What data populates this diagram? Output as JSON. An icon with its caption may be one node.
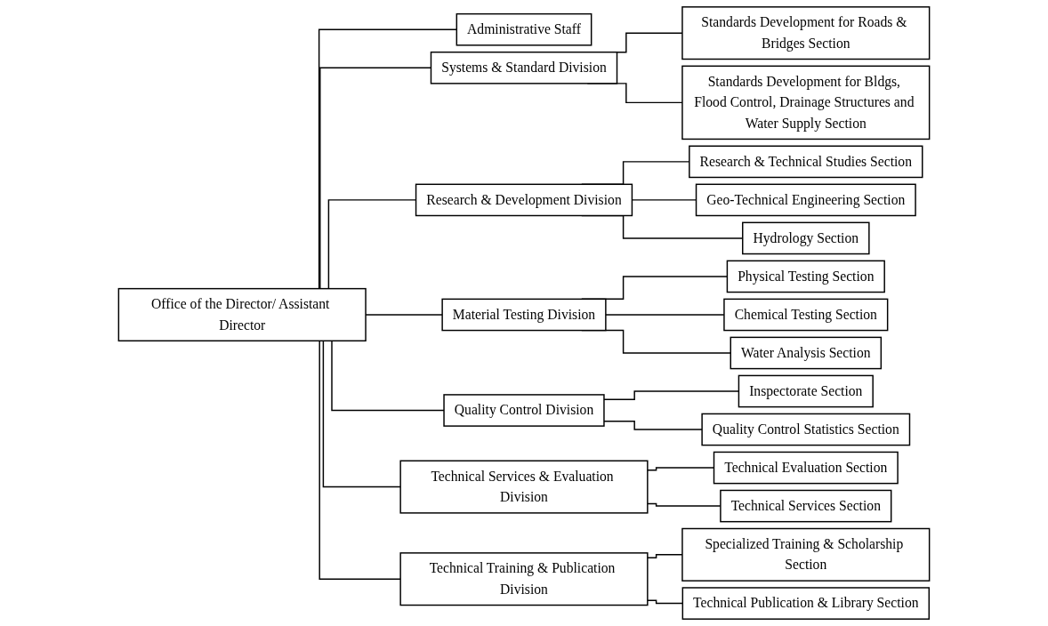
{
  "diagram": {
    "nodes": [
      {
        "text": [
          "Office of the Director/ Assistant Director"
        ]
      },
      {
        "text": [
          "Administrative Staff"
        ]
      },
      {
        "text": [
          "Systems & Standard Division"
        ]
      },
      {
        "text": [
          "Research & Development Division"
        ]
      },
      {
        "text": [
          "Material Testing Division"
        ]
      },
      {
        "text": [
          "Quality Control Division"
        ]
      },
      {
        "text": [
          "Technical Services & Evaluation Division"
        ]
      },
      {
        "text": [
          "Technical Training & Publication Division"
        ]
      },
      {
        "text": [
          "Standards Development for Roads & Bridges Section"
        ]
      },
      {
        "text": [
          "Standards Development for Bldgs, Flood Control, Drainage Structures and Water Supply Section"
        ]
      },
      {
        "text": [
          "Research & Technical Studies Section"
        ]
      },
      {
        "text": [
          "Geo-Technical Engineering Section"
        ]
      },
      {
        "text": [
          "Hydrology Section"
        ]
      },
      {
        "text": [
          "Physical Testing Section"
        ]
      },
      {
        "text": [
          "Chemical Testing Section"
        ]
      },
      {
        "text": [
          "Water Analysis Section"
        ]
      },
      {
        "text": [
          "Inspectorate Section"
        ]
      },
      {
        "text": [
          "Quality Control Statistics Section"
        ]
      },
      {
        "text": [
          "Technical Evaluation Section"
        ]
      },
      {
        "text": [
          "Technical Services Section"
        ]
      },
      {
        "text": [
          "Specialized Training & Scholarship Section"
        ]
      },
      {
        "text": [
          "Technical Publication & Library Section"
        ]
      }
    ],
    "edges": [
      {
        "from": 0,
        "to": 1,
        "arrow": "none"
      },
      {
        "from": 0,
        "to": 2,
        "arrow": "none"
      },
      {
        "from": 0,
        "to": 3,
        "arrow": "none"
      },
      {
        "from": 0,
        "to": 4,
        "arrow": "none"
      },
      {
        "from": 0,
        "to": 5,
        "arrow": "none"
      },
      {
        "from": 0,
        "to": 6,
        "arrow": "none"
      },
      {
        "from": 0,
        "to": 7,
        "arrow": "none"
      },
      {
        "from": 2,
        "to": 8,
        "arrow": "none"
      },
      {
        "from": 2,
        "to": 9,
        "arrow": "none"
      },
      {
        "from": 3,
        "to": 10,
        "arrow": "none"
      },
      {
        "from": 3,
        "to": 11,
        "arrow": "none"
      },
      {
        "from": 3,
        "to": 12,
        "arrow": "none"
      },
      {
        "from": 4,
        "to": 13,
        "arrow": "none"
      },
      {
        "from": 4,
        "to": 14,
        "arrow": "none"
      },
      {
        "from": 4,
        "to": 15,
        "arrow": "none"
      },
      {
        "from": 5,
        "to": 16,
        "arrow": "none"
      },
      {
        "from": 5,
        "to": 17,
        "arrow": "none"
      },
      {
        "from": 6,
        "to": 18,
        "arrow": "none"
      },
      {
        "from": 6,
        "to": 19,
        "arrow": "none"
      },
      {
        "from": 7,
        "to": 20,
        "arrow": "none"
      },
      {
        "from": 7,
        "to": 21,
        "arrow": "none"
      }
    ]
  }
}
